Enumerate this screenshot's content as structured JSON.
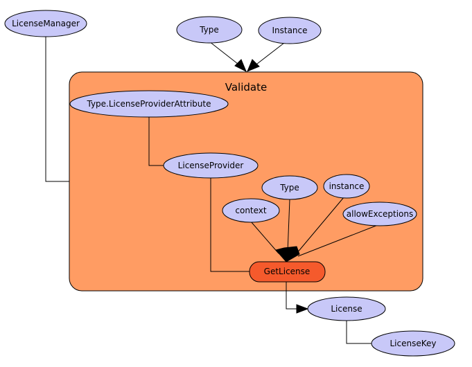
{
  "diagram": {
    "container": {
      "title": "Validate"
    },
    "nodes": {
      "license_manager": "LicenseManager",
      "type_top": "Type",
      "instance_top": "Instance",
      "license_provider_attribute": "Type.LicenseProviderAttribute",
      "license_provider": "LicenseProvider",
      "type_inner": "Type",
      "instance_inner": "instance",
      "context": "context",
      "allow_exceptions": "allowExceptions",
      "get_license": "GetLicense",
      "license": "License",
      "license_key": "LicenseKey"
    }
  },
  "colors": {
    "node_fill": "#c8c8f8",
    "container_fill": "#ff9c63",
    "active_fill": "#f55a2c",
    "line": "#000000"
  }
}
